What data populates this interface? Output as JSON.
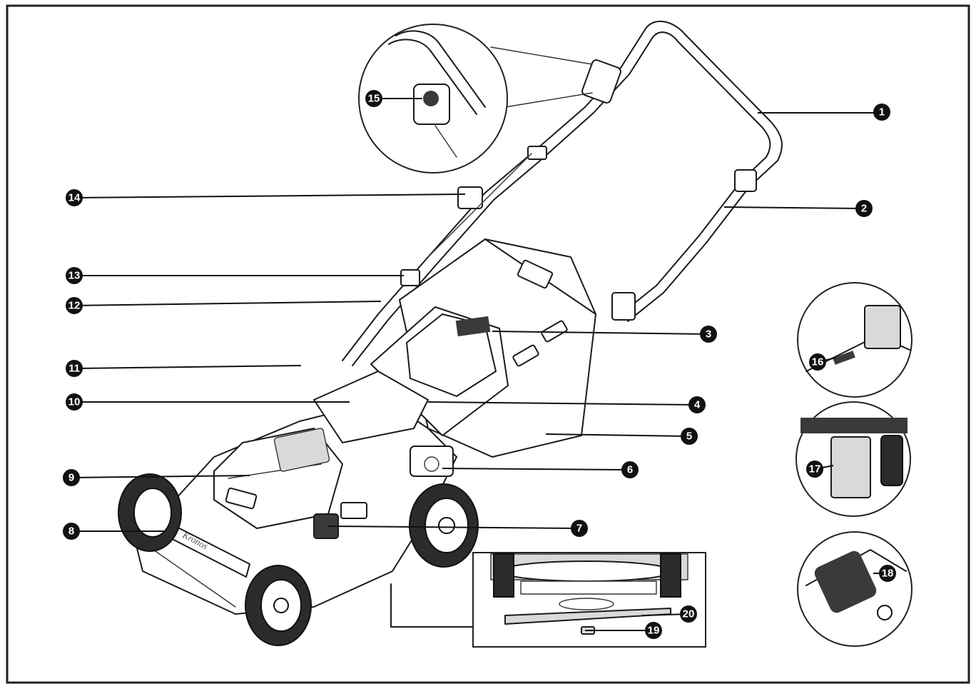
{
  "callouts": [
    "1",
    "2",
    "3",
    "4",
    "5",
    "6",
    "7",
    "8",
    "9",
    "10",
    "11",
    "12",
    "13",
    "14",
    "15",
    "16",
    "17",
    "18",
    "19",
    "20"
  ],
  "brand_label": "Kronos"
}
